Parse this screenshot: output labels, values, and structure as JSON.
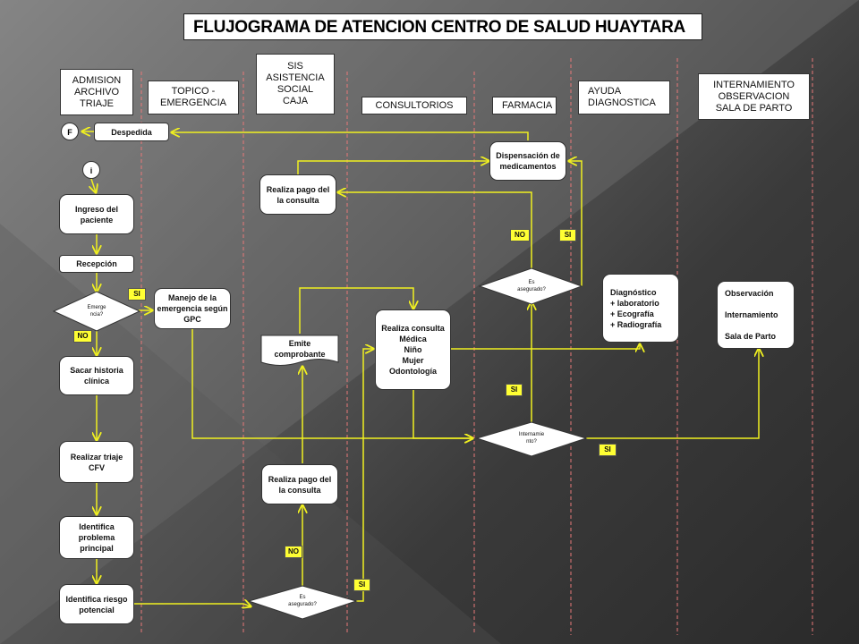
{
  "title": "FLUJOGRAMA DE  ATENCION CENTRO DE SALUD HUAYTARA",
  "lanes": [
    {
      "id": "admision",
      "label": "ADMISION\nARCHIVO\nTRIAJE"
    },
    {
      "id": "topico",
      "label": "TOPICO -\nEMERGENCIA"
    },
    {
      "id": "sis",
      "label": "SIS\nASISTENCIA\nSOCIAL\nCAJA"
    },
    {
      "id": "consultorios",
      "label": "CONSULTORIOS"
    },
    {
      "id": "farmacia",
      "label": "FARMACIA"
    },
    {
      "id": "ayuda",
      "label": "AYUDA\nDIAGNOSTICA"
    },
    {
      "id": "internamiento",
      "label": "INTERNAMIENTO\nOBSERVACION\nSALA DE PARTO"
    }
  ],
  "nodes": {
    "fin": "F",
    "inicio": "i",
    "despedida": "Despedida",
    "ingreso": "Ingreso del\npaciente",
    "recepcion": "Recepción",
    "emergencia_q": "Emerge\nncia?",
    "historia": "Sacar historia\nclínica",
    "triaje": "Realizar triaje\nCFV",
    "problema": "Identifica\nproblema\nprincipal",
    "riesgo": "Identifica riesgo\npotencial",
    "manejo": "Manejo de la\nemergencia según\nGPC",
    "pago1": "Realiza pago del\nla consulta",
    "comprobante": "Emite\ncomprobante",
    "pago2": "Realiza pago del\nla consulta",
    "asegurado_bottom": "Es\nasegurado?",
    "consulta": "Realiza consulta\nMédica\nNiño\nMujer\nOdontología",
    "dispensacion": "Dispensación de\nmedicamentos",
    "asegurado_farm": "Es\nasegurado?",
    "internamiento_q": "Internamie\nnto?",
    "diagnostico": "Diagnóstico\n+ laboratorio\n+ Ecografía\n+ Radiografía",
    "observacion": "Observación\n\nInternamiento\n\nSala de Parto"
  },
  "tags": {
    "si_emergencia": "SI",
    "no_emergencia": "NO",
    "no_farm": "NO",
    "si_farm": "SI",
    "si_consult": "SI",
    "si_intern": "SI",
    "no_bottom": "NO",
    "si_bottom": "SI"
  },
  "colors": {
    "arrow": "#f0f020",
    "tag": "#ffff33",
    "lane_divider": "#e87878"
  }
}
